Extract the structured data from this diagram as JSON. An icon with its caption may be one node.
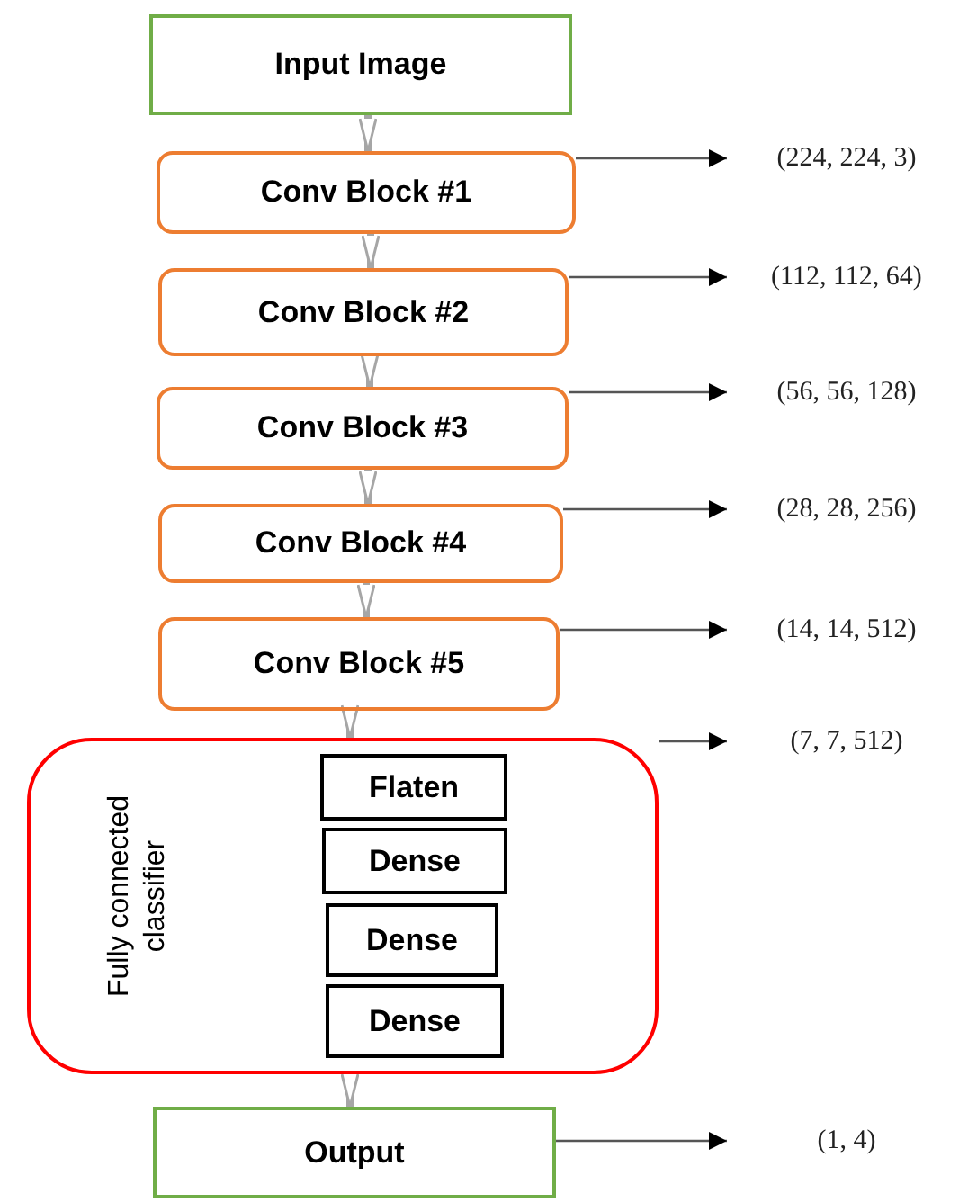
{
  "diagram": {
    "nodes": [
      {
        "text": [
          "Input Image"
        ]
      },
      {
        "text": [
          "Conv Block #1"
        ]
      },
      {
        "text": [
          "Conv Block #2"
        ]
      },
      {
        "text": [
          "Conv Block #3"
        ]
      },
      {
        "text": [
          "Conv Block #4"
        ]
      },
      {
        "text": [
          "Conv Block #5"
        ]
      },
      {
        "text": [
          "Fully connected classifier"
        ]
      },
      {
        "text": [
          "Flaten"
        ],
        "in": 6
      },
      {
        "text": [
          "Dense"
        ],
        "in": 6
      },
      {
        "text": [
          "Dense"
        ],
        "in": 6
      },
      {
        "text": [
          "Dense"
        ],
        "in": 6
      },
      {
        "text": [
          "Output"
        ]
      },
      {
        "text": [
          "(224, 224, 3)"
        ]
      },
      {
        "text": [
          "(112, 112, 64)"
        ]
      },
      {
        "text": [
          "(56, 56, 128)"
        ]
      },
      {
        "text": [
          "(28, 28, 256)"
        ]
      },
      {
        "text": [
          "(14, 14, 512)"
        ]
      },
      {
        "text": [
          "(7, 7, 512)"
        ]
      },
      {
        "text": [
          "(1, 4)"
        ]
      }
    ],
    "edges": [
      {
        "from": 0,
        "to": 1,
        "arrow": "to",
        "style": "thick",
        "color": "#a6a6a6"
      },
      {
        "from": 1,
        "to": 2,
        "arrow": "to",
        "style": "thick",
        "color": "#a6a6a6"
      },
      {
        "from": 2,
        "to": 3,
        "arrow": "to",
        "style": "thick",
        "color": "#a6a6a6"
      },
      {
        "from": 3,
        "to": 4,
        "arrow": "to",
        "style": "thick",
        "color": "#a6a6a6"
      },
      {
        "from": 4,
        "to": 5,
        "arrow": "to",
        "style": "thick",
        "color": "#a6a6a6"
      },
      {
        "from": 5,
        "to": 6,
        "arrow": "to",
        "style": "thick",
        "color": "#a6a6a6"
      },
      {
        "from": 6,
        "to": 11,
        "arrow": "to",
        "style": "thick",
        "color": "#a6a6a6"
      },
      {
        "from": 1,
        "to": 12,
        "arrow": "to"
      },
      {
        "from": 2,
        "to": 13,
        "arrow": "to"
      },
      {
        "from": 3,
        "to": 14,
        "arrow": "to"
      },
      {
        "from": 4,
        "to": 15,
        "arrow": "to"
      },
      {
        "from": 5,
        "to": 16,
        "arrow": "to"
      },
      {
        "from": 6,
        "to": 17,
        "arrow": "to"
      },
      {
        "from": 11,
        "to": 18,
        "arrow": "to"
      }
    ]
  }
}
